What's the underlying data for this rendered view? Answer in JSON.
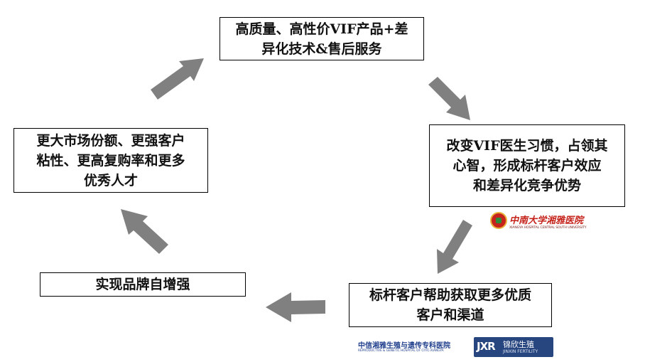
{
  "boxes": {
    "top": {
      "lines": [
        "高质量、高性价VIF产品+差",
        "异化技术&售后服务"
      ]
    },
    "right": {
      "lines": [
        "改变VIF医生习惯，占领其",
        "心智，形成标杆客户效应",
        "和差异化竞争优势"
      ]
    },
    "bottom": {
      "lines": [
        "标杆客户帮助获取更多优质",
        "客户和渠道"
      ]
    },
    "left_bottom": {
      "lines": [
        "实现品牌自增强"
      ]
    },
    "left": {
      "lines": [
        "更大市场份额、更强客户",
        "粘性、更高复购率和更多",
        "优秀人才"
      ]
    }
  },
  "colors": {
    "arrow": "#808080",
    "box_border": "#000000"
  },
  "logos": {
    "xiangya": {
      "cn": "中南大学湘雅医院",
      "en": "XIANGYA HOSPITAL CENTRAL SOUTH UNIVERSITY"
    },
    "citic": {
      "cn": "中信湘雅生殖与遗传专科医院",
      "en": "REPRODUCTIVE & GENETIC HOSPITAL OF CITIC-XIANGYA"
    },
    "jinxin": {
      "mark": "JXR",
      "cn": "锦欣生殖",
      "en": "JINXIN FERTILITY"
    }
  }
}
